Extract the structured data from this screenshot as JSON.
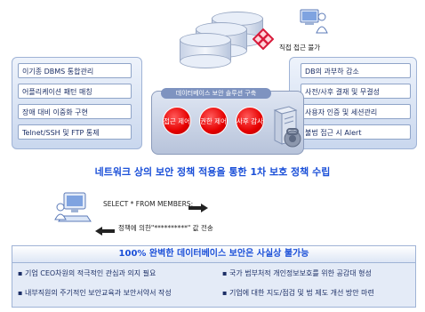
{
  "left_features": [
    "이기종 DBMS 통합관리",
    "어플리케이션 패턴 매칭",
    "장애 대비 이중화 구현",
    "Telnet/SSH 및 FTP 통제"
  ],
  "right_features": [
    "DB의 과부하 감소",
    "사전/사후 결재 및 무결성",
    "사용자 인증 및 세션관리",
    "불법 접근 시 Alert"
  ],
  "center": {
    "banner": "데이터베이스 보안 솔루션 구축",
    "circles": [
      "접근 제어",
      "권한 제어",
      "사후 감사"
    ],
    "direct_access_label": "직접 접근 불가"
  },
  "headline": "네트워크 상의 보안 정책 적용을 통한 1차 보호 정책 수립",
  "sql": {
    "request": "SELECT * FROM MEMBERS;",
    "response": "정책에 의한\"**********\" 값 전송"
  },
  "bottom": {
    "title": "100% 완벽한 데이터베이스 보안은 사실상 불가능",
    "items": [
      "기업 CEO차원의 적극적인 관심과 의지 필요",
      "내부직원의 주기적인 보안교육과 보안서약서 작성",
      "국가 범부처적 개인정보보호를 위한 공감대 형성",
      "기업에 대한 지도/점검 및 법 제도 개선 방안 마련"
    ]
  }
}
